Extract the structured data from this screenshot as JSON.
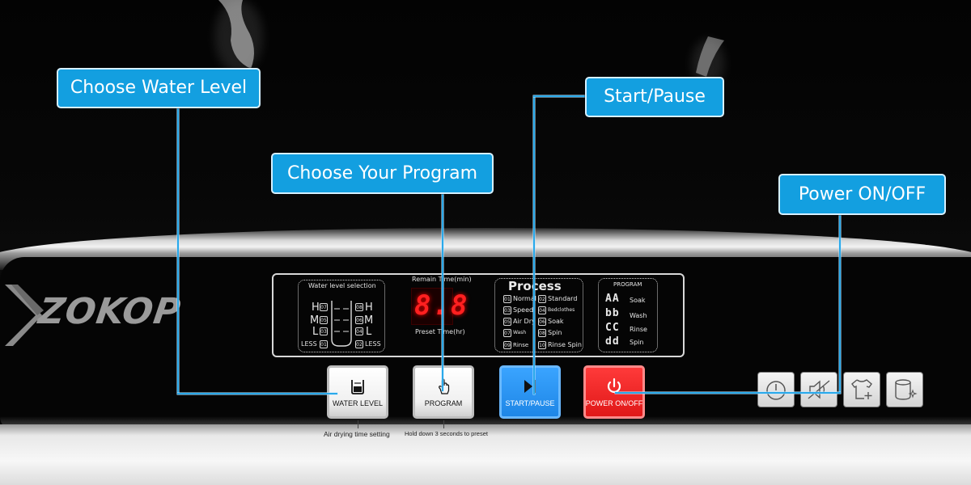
{
  "callouts": {
    "water_level": "Choose Water Level",
    "program": "Choose Your Program",
    "start_pause": "Start/Pause",
    "power": "Power ON/OFF"
  },
  "brand": "ZOKOP",
  "display": {
    "water_level_title": "Water level selection",
    "levels_left": [
      "H",
      "M",
      "L",
      "LESS"
    ],
    "levels_right": [
      "H",
      "M",
      "L",
      "LESS"
    ],
    "level_numbers_left": [
      "07",
      "05",
      "03",
      "01"
    ],
    "level_numbers_right": [
      "08",
      "06",
      "04",
      "02"
    ],
    "remain_time_label": "Remain Time(min)",
    "preset_time_label": "Preset Time(hr)",
    "seven_segment": "8.8",
    "process_title": "Process",
    "process_items": [
      {
        "n": "01",
        "label": "Normal"
      },
      {
        "n": "02",
        "label": "Standard"
      },
      {
        "n": "03",
        "label": "Speed"
      },
      {
        "n": "04",
        "label": "Bedclothes"
      },
      {
        "n": "05",
        "label": "Air Dry"
      },
      {
        "n": "06",
        "label": "Soak"
      },
      {
        "n": "07",
        "label": "Wash"
      },
      {
        "n": "08",
        "label": "Spin"
      },
      {
        "n": "09",
        "label": "Rinse"
      },
      {
        "n": "10",
        "label": "Rinse Spin"
      }
    ],
    "program_title": "PROGRAM",
    "program_items": [
      {
        "code": "AA",
        "label": "Soak"
      },
      {
        "code": "bb",
        "label": "Wash"
      },
      {
        "code": "CC",
        "label": "Rinse"
      },
      {
        "code": "dd",
        "label": "Spin"
      }
    ]
  },
  "buttons": {
    "water_level": "WATER LEVEL",
    "program": "PROGRAM",
    "start_pause": "START/PAUSE",
    "power": "POWER ON/OFF"
  },
  "hints": {
    "water_level": "Air drying time setting",
    "program": "Hold down 3 seconds to preset"
  },
  "icons": [
    "timer-icon",
    "mute-icon",
    "clothes-add-icon",
    "tub-clean-icon"
  ],
  "colors": {
    "callout": "#139fe0",
    "start_pause": "#1e86e6",
    "power": "#e01818",
    "segment": "#ff2020"
  }
}
